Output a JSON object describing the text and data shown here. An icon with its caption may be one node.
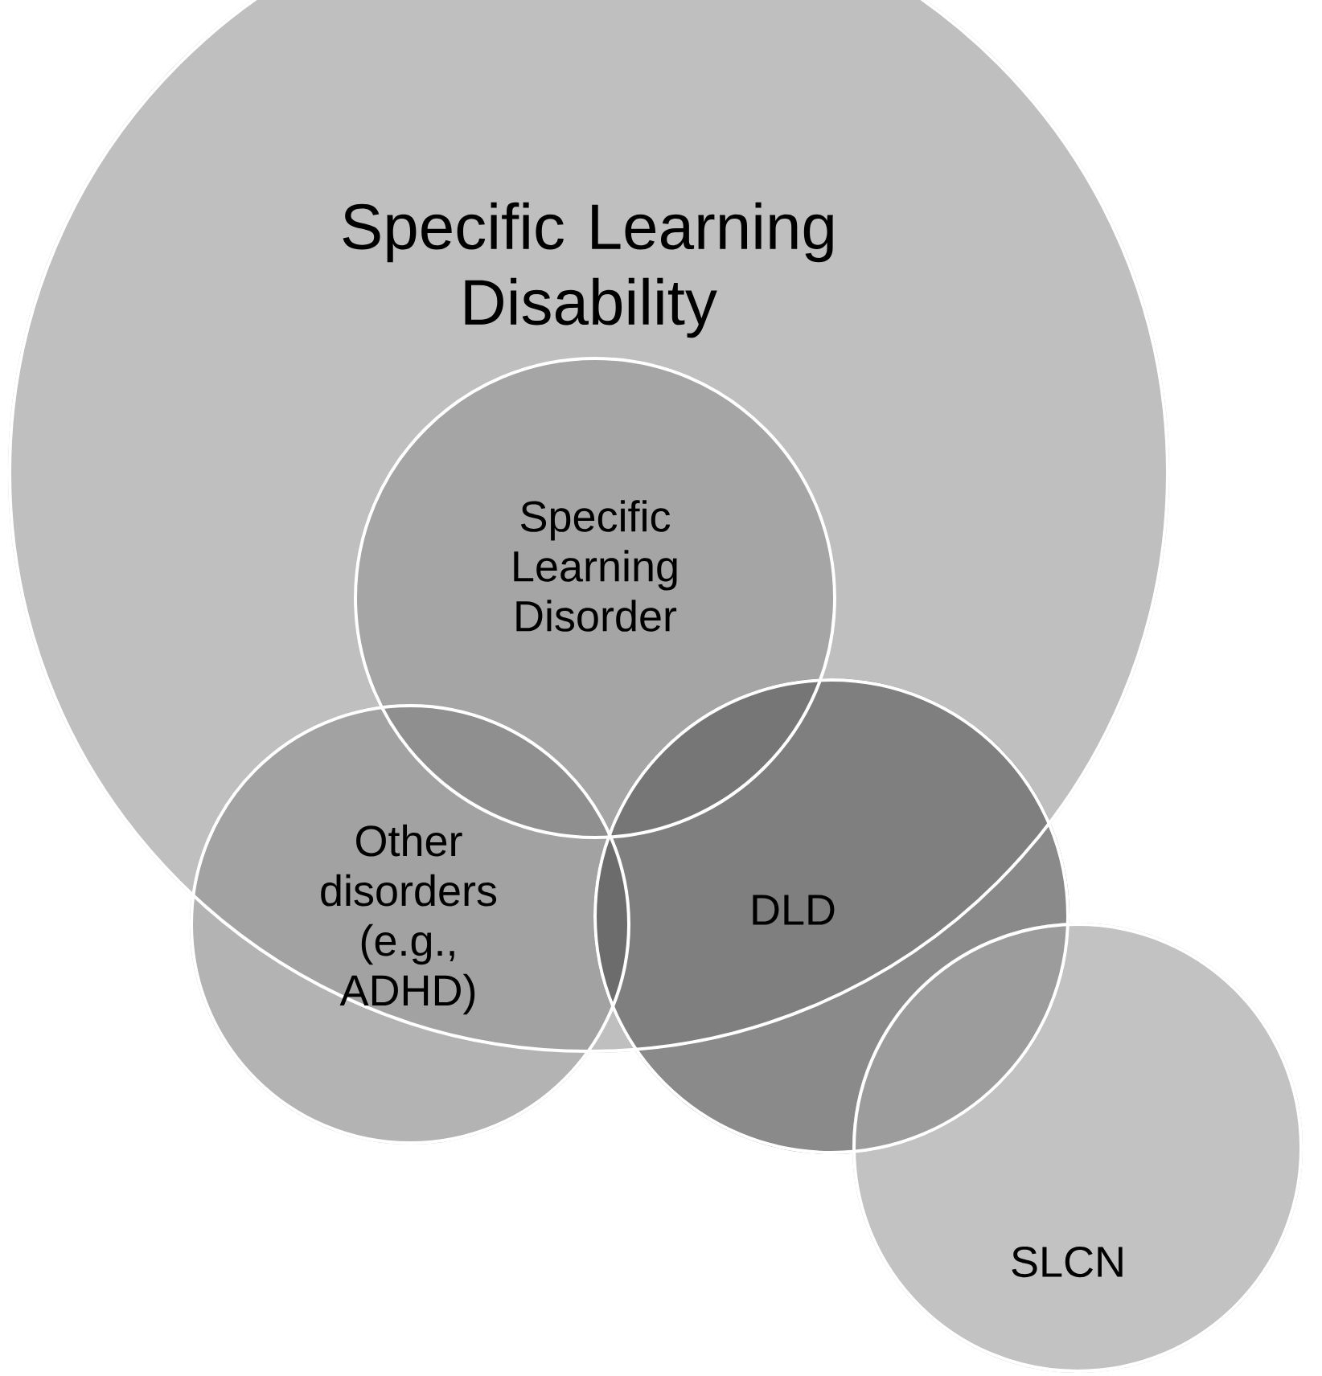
{
  "diagram": {
    "nodes": [
      {
        "text": [
          "Specific Learning Disability"
        ]
      },
      {
        "text": [
          "Specific Learning Disorder"
        ],
        "in": 0
      },
      {
        "text": [
          "Other disorders (e.g., ADHD)"
        ]
      },
      {
        "text": [
          "DLD"
        ]
      },
      {
        "text": [
          "SLCN"
        ]
      }
    ]
  }
}
